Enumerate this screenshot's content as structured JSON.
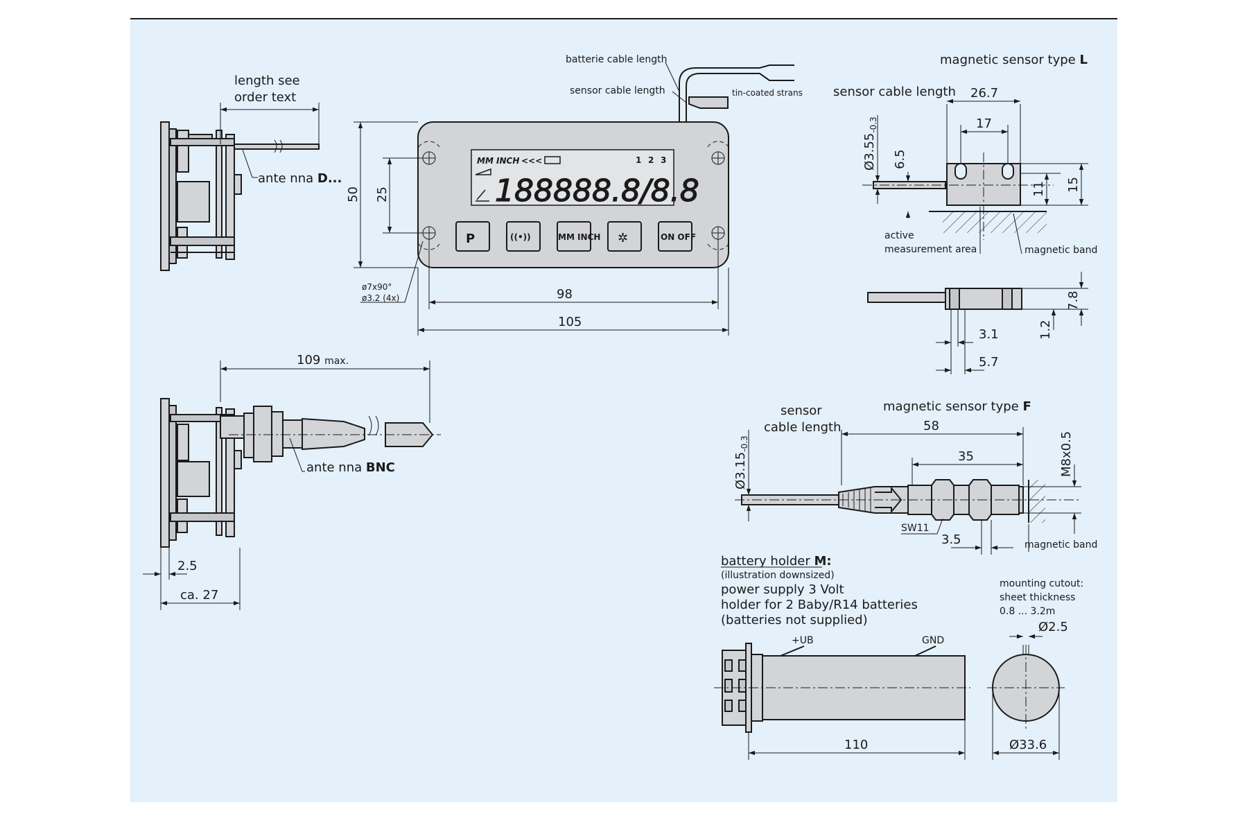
{
  "colors": {
    "background": "#e4f0fa",
    "part_fill": "#d2d4d7",
    "line": "#1a1a1a"
  },
  "antenna_d": {
    "length_line1": "length see",
    "length_line2": "order text",
    "antenna_prefix": "ante nna",
    "antenna_type": "D..."
  },
  "antenna_bnc": {
    "max_value": "109",
    "max_suffix": "max.",
    "antenna_prefix": "ante nna",
    "antenna_type": "BNC",
    "dim_small": "2.5",
    "dim_depth": "ca. 27"
  },
  "display_unit": {
    "batterie_cable": "batterie cable length",
    "sensor_cable": "sensor cable length",
    "tin_coated": "tin-coated strans",
    "dim_height": "50",
    "dim_hole_spacing": "25",
    "dim_hole_width": "98",
    "dim_width": "105",
    "hole_spec_1": "ø7x90°",
    "hole_spec_2": "ø3.2 (4x)",
    "lcd_labels": [
      "MM",
      "INCH"
    ],
    "lcd_arrows": "<<<",
    "lcd_digits": "188888.8/8.8",
    "lcd_index": [
      "1",
      "2",
      "3"
    ],
    "buttons": [
      "P",
      "((•))",
      "MM INCH",
      "✲",
      "ON OFF"
    ]
  },
  "sensor_l": {
    "title_prefix": "magnetic sensor type",
    "title_type": "L",
    "cable_length": "sensor cable length",
    "dim_width": "26.7",
    "dim_slot": "17",
    "dim_dia": "Ø3.55",
    "dim_dia_tol": "-0.3",
    "dim_axis": "6.5",
    "dim_body_h": "11",
    "dim_total_h": "15",
    "active_area_1": "active",
    "active_area_2": "measurement area",
    "magnetic_band": "magnetic band",
    "dim_top_view_h": "7.8",
    "dim_offset_small": "1.2",
    "dim_a": "3.1",
    "dim_b": "5.7"
  },
  "sensor_f": {
    "title_prefix": "magnetic sensor type",
    "title_type": "F",
    "cable_length_1": "sensor",
    "cable_length_2": "cable length",
    "dim_length": "58",
    "dim_thread_len": "35",
    "dim_dia": "Ø3.15",
    "dim_dia_tol": "-0.3",
    "dim_thread": "M8x0.5",
    "wrench": "SW11",
    "dim_gap": "3.5",
    "magnetic_band": "magnetic band"
  },
  "battery": {
    "title_prefix": "battery holder",
    "title_type": "M:",
    "line_1": "(illustration downsized)",
    "line_2": "power supply 3 Volt",
    "line_3": "holder for 2  Baby/R14 batteries",
    "line_4": "(batteries not supplied)",
    "plus": "+UB",
    "gnd": "GND",
    "dim_length": "110"
  },
  "cutout": {
    "line_1": "mounting cutout:",
    "line_2": "sheet thickness",
    "line_3": "0.8 ... 3.2m",
    "dim_notch": "Ø2.5",
    "dim_dia": "Ø33.6"
  }
}
